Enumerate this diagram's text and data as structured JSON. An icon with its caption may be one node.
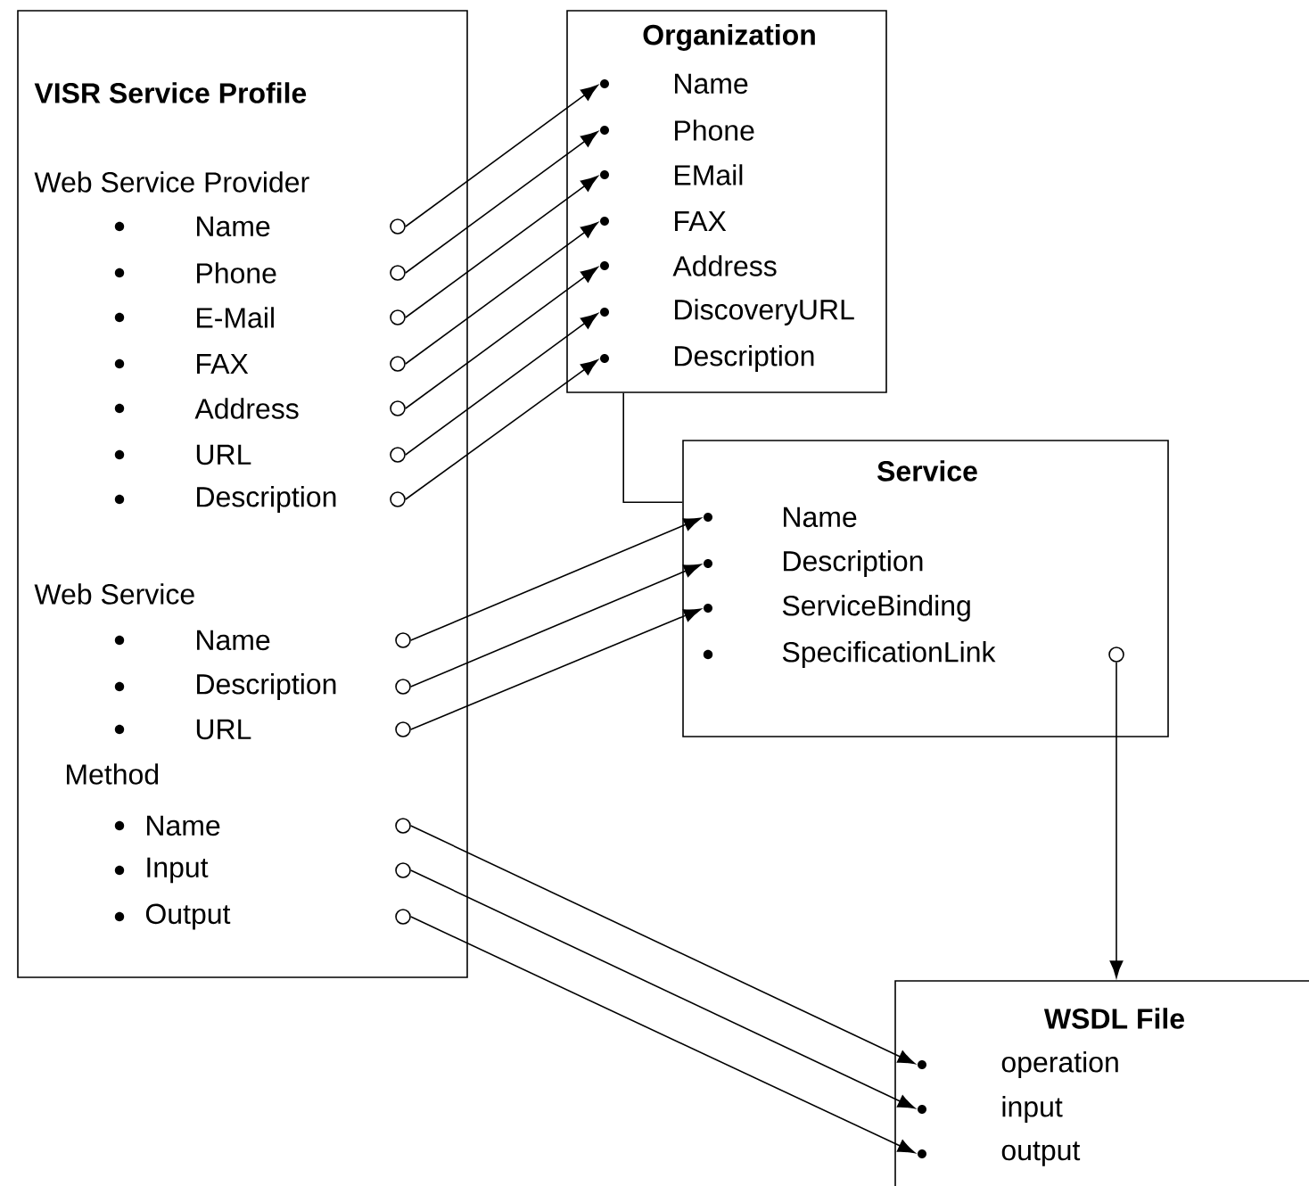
{
  "diagram": {
    "nodes": [
      {
        "text": [
          "VISR Service Profile",
          "Web Service Provider",
          "Web Service",
          "Method"
        ]
      },
      {
        "text": [
          "Name"
        ],
        "in": 0
      },
      {
        "text": [
          "Phone"
        ],
        "in": 0
      },
      {
        "text": [
          "E-Mail"
        ],
        "in": 0
      },
      {
        "text": [
          "FAX"
        ],
        "in": 0
      },
      {
        "text": [
          "Address"
        ],
        "in": 0
      },
      {
        "text": [
          "URL"
        ],
        "in": 0
      },
      {
        "text": [
          "Description"
        ],
        "in": 0
      },
      {
        "text": [
          "Name"
        ],
        "in": 0
      },
      {
        "text": [
          "Description"
        ],
        "in": 0
      },
      {
        "text": [
          "URL"
        ],
        "in": 0
      },
      {
        "text": [
          "Name"
        ],
        "in": 0
      },
      {
        "text": [
          "Input"
        ],
        "in": 0
      },
      {
        "text": [
          "Output"
        ],
        "in": 0
      },
      {
        "text": [
          "Organization"
        ]
      },
      {
        "text": [
          "Name"
        ],
        "in": 14
      },
      {
        "text": [
          "Phone"
        ],
        "in": 14
      },
      {
        "text": [
          "EMail"
        ],
        "in": 14
      },
      {
        "text": [
          "FAX"
        ],
        "in": 14
      },
      {
        "text": [
          "Address"
        ],
        "in": 14
      },
      {
        "text": [
          "DiscoveryURL"
        ],
        "in": 14
      },
      {
        "text": [
          "Description"
        ],
        "in": 14
      },
      {
        "text": [
          "Service"
        ]
      },
      {
        "text": [
          "Name"
        ],
        "in": 22
      },
      {
        "text": [
          "Description"
        ],
        "in": 22
      },
      {
        "text": [
          "ServiceBinding"
        ],
        "in": 22
      },
      {
        "text": [
          "SpecificationLink"
        ],
        "in": 22
      },
      {
        "text": [
          "WSDL File"
        ]
      },
      {
        "text": [
          "operation"
        ],
        "in": 27
      },
      {
        "text": [
          "input"
        ],
        "in": 27
      },
      {
        "text": [
          "output"
        ],
        "in": 27
      },
      {
        "text": [],
        "shape": "circle",
        "in": 0
      },
      {
        "text": [],
        "shape": "circle",
        "in": 0
      },
      {
        "text": [],
        "shape": "circle",
        "in": 0
      },
      {
        "text": [],
        "shape": "circle",
        "in": 0
      },
      {
        "text": [],
        "shape": "circle",
        "in": 0
      },
      {
        "text": [],
        "shape": "circle",
        "in": 0
      },
      {
        "text": [],
        "shape": "circle",
        "in": 0
      },
      {
        "text": [],
        "shape": "circle",
        "in": 0
      },
      {
        "text": [],
        "shape": "circle",
        "in": 0
      },
      {
        "text": [],
        "shape": "circle",
        "in": 0
      },
      {
        "text": [],
        "shape": "circle",
        "in": 0
      },
      {
        "text": [],
        "shape": "circle",
        "in": 0
      },
      {
        "text": [],
        "shape": "circle",
        "in": 0
      },
      {
        "text": [],
        "shape": "circle",
        "in": 22
      }
    ],
    "edges": [
      {
        "from": 31,
        "to": 15,
        "arrow": "to"
      },
      {
        "from": 32,
        "to": 16,
        "arrow": "to"
      },
      {
        "from": 33,
        "to": 17,
        "arrow": "to"
      },
      {
        "from": 34,
        "to": 18,
        "arrow": "to"
      },
      {
        "from": 35,
        "to": 19,
        "arrow": "to"
      },
      {
        "from": 36,
        "to": 20,
        "arrow": "to"
      },
      {
        "from": 37,
        "to": 21,
        "arrow": "to"
      },
      {
        "from": 38,
        "to": 23,
        "arrow": "to"
      },
      {
        "from": 39,
        "to": 24,
        "arrow": "to"
      },
      {
        "from": 40,
        "to": 25,
        "arrow": "to"
      },
      {
        "from": 41,
        "to": 28,
        "arrow": "to"
      },
      {
        "from": 42,
        "to": 29,
        "arrow": "to"
      },
      {
        "from": 43,
        "to": 30,
        "arrow": "to"
      },
      {
        "from": 14,
        "to": 22,
        "arrow": "none"
      },
      {
        "from": 44,
        "to": 27,
        "arrow": "to"
      }
    ]
  }
}
